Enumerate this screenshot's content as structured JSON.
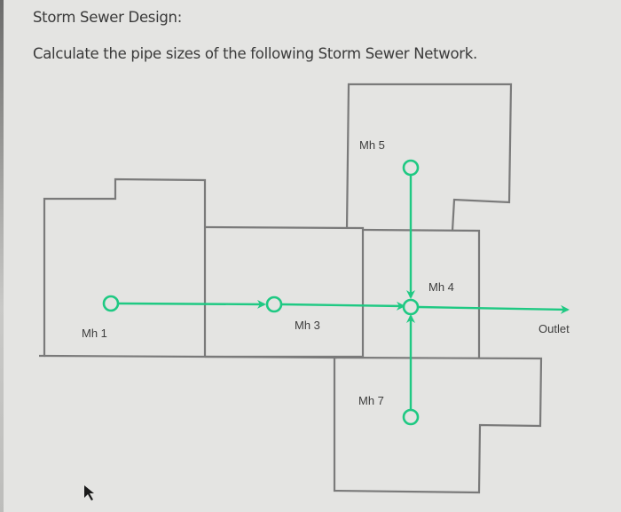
{
  "header": {
    "title": "Storm Sewer Design:",
    "instruction": "Calculate the pipe sizes of the following Storm Sewer Network."
  },
  "diagram": {
    "manholes": [
      {
        "id": "mh1",
        "label": "Mh 1"
      },
      {
        "id": "mh3",
        "label": "Mh 3"
      },
      {
        "id": "mh4",
        "label": "Mh 4"
      },
      {
        "id": "mh5",
        "label": "Mh 5"
      },
      {
        "id": "mh7",
        "label": "Mh 7"
      }
    ],
    "outlet_label": "Outlet",
    "pipes": [
      {
        "from": "Mh 1",
        "to": "Mh 3"
      },
      {
        "from": "Mh 3",
        "to": "Mh 4"
      },
      {
        "from": "Mh 5",
        "to": "Mh 4"
      },
      {
        "from": "Mh 7",
        "to": "Mh 4"
      },
      {
        "from": "Mh 4",
        "to": "Outlet"
      }
    ],
    "colors": {
      "pipe": "#1fc983",
      "boundary": "#7a7a7a",
      "background": "#e4e4e2"
    }
  }
}
